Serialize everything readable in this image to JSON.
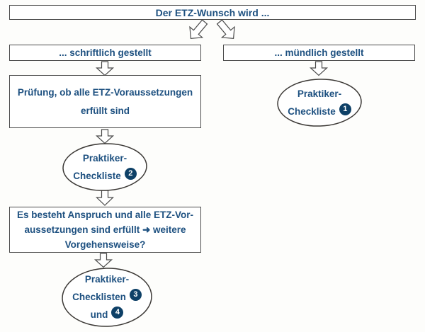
{
  "colors": {
    "background": "#fdfdfb",
    "text": "#1d5080",
    "badge_background": "#0e4067",
    "badge_text": "#ffffff",
    "box_border": "#4b4b4b",
    "ellipse_stroke": "#3c3936",
    "shape_fill": "#ffffff"
  },
  "flowchart": {
    "title": "Der ETZ-Wunsch wird ...",
    "written_box": "... schriftlich gestellt",
    "verbal_box": "... mündlich gestellt",
    "check_box": {
      "line1": "Prüfung, ob alle ETZ-Voraussetzungen",
      "line2": "erfüllt sind"
    },
    "checklist1": {
      "line1": "Praktiker-",
      "line2": "Checkliste",
      "badge": "1"
    },
    "checklist2": {
      "line1": "Praktiker-",
      "line2": "Checkliste",
      "badge": "2"
    },
    "claim_box": {
      "line1": "Es besteht Anspruch und alle ETZ-Vor-",
      "line2": "aussetzungen sind erfüllt ➜ weitere",
      "line3": "Vorgehensweise?"
    },
    "checklist34": {
      "line1": "Praktiker-",
      "line2": "Checklisten",
      "badge3": "3",
      "line3": "und",
      "badge4": "4"
    }
  }
}
